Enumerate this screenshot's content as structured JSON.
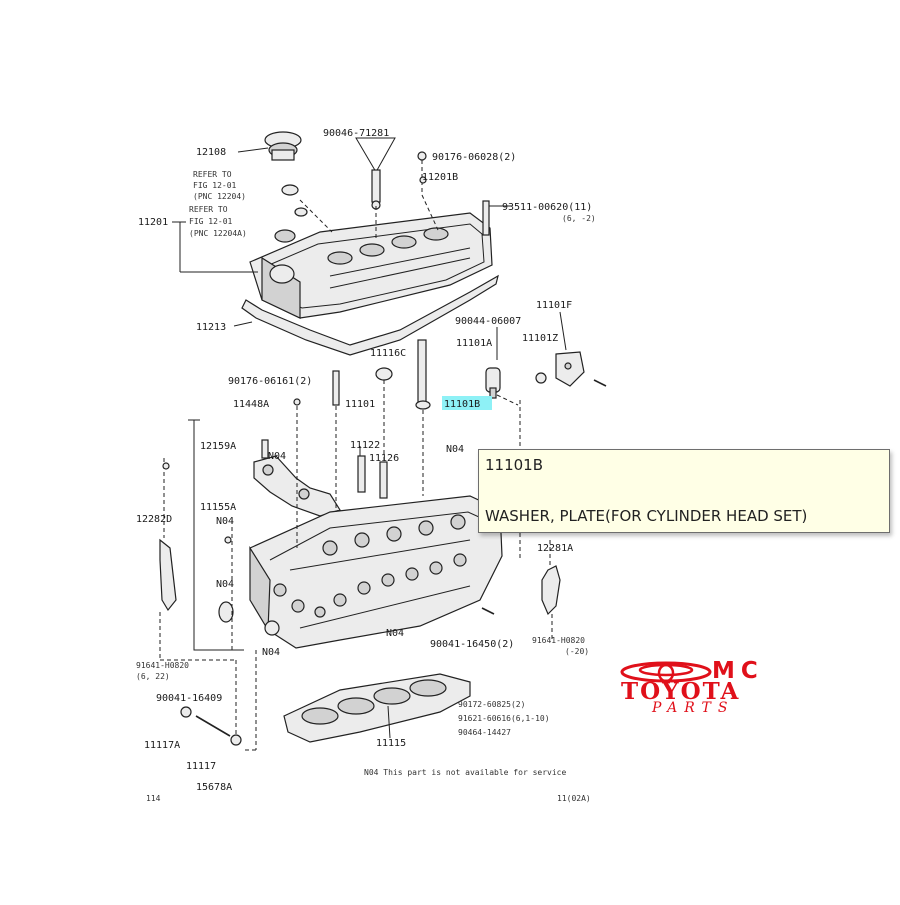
{
  "diagram": {
    "labels": {
      "l12108": "12108",
      "l90046_71281": "90046-71281",
      "l90176_06028": "90176-06028(2)",
      "l11201B": "11201B",
      "refer1_a": "REFER TO",
      "refer1_b": "FIG 12-01",
      "refer1_c": "(PNC 12204)",
      "refer2_a": "REFER TO",
      "refer2_b": "FIG 12-01",
      "refer2_c": "(PNC 12204A)",
      "l11201": "11201",
      "l93511_a": "93511-00620(11)",
      "l93511_b": "(6, -2)",
      "l11213": "11213",
      "l90044_06007": "90044-06007",
      "l11101F": "11101F",
      "l11101A": "11101A",
      "l11101Z": "11101Z",
      "l11116C": "11116C",
      "l90176_06161": "90176-06161(2)",
      "l11448A": "11448A",
      "l11101": "11101",
      "l11101B": "11101B",
      "l12159A": "12159A",
      "l11122": "11122",
      "l11126": "11126",
      "n04_a": "N04",
      "n04_b": "N04",
      "n04_c": "N04",
      "n04_d": "N04",
      "n04_e": "N04",
      "n04_f": "N04",
      "l12282D": "12282D",
      "l11155A": "11155A",
      "l12281A": "12281A",
      "l90041_16450": "90041-16450(2)",
      "l91641_right": "91641-H0820",
      "l91641_right_sub": "(-20)",
      "l91641_left": "91641-H0820",
      "l91641_left_sub": "(6, 22)",
      "l90041_16409": "90041-16409",
      "l90172": "90172-60825(2)",
      "l91621": "91621-60616(6,1-10)",
      "l90464": "90464-14427",
      "l11117A": "11117A",
      "l11115": "11115",
      "l11117": "11117",
      "l15678A": "15678A",
      "footnote": "N04  This part is not available for service",
      "footer_left": "114",
      "footer_right": "11(02A)"
    }
  },
  "tooltip": {
    "code": "11101B",
    "description": "WASHER, PLATE(FOR CYLINDER HEAD SET)"
  },
  "logo": {
    "mc": "MC",
    "toyota": "TOYOTA",
    "parts": "PARTS",
    "color": "#e0101a"
  },
  "colors": {
    "highlight": "#8ef1f6",
    "tooltip_bg": "#ffffe6"
  }
}
